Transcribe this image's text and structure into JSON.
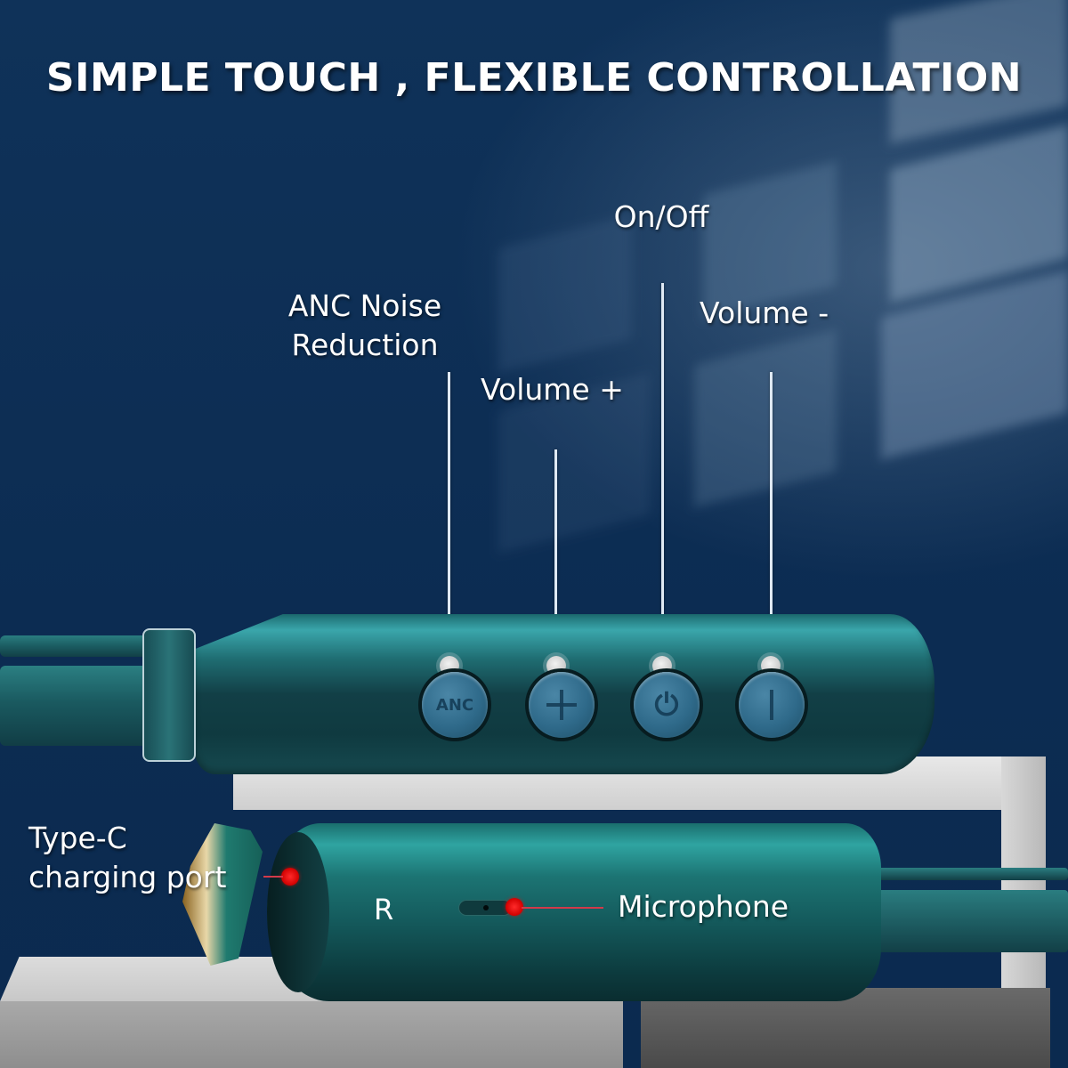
{
  "title": "SIMPLE TOUCH , FLEXIBLE CONTROLLATION",
  "callouts": {
    "anc": {
      "line1": "ANC Noise",
      "line2": "Reduction"
    },
    "volume_up": "Volume +",
    "power": "On/Off",
    "volume_down": "Volume -",
    "type_c": {
      "line1": "Type-C",
      "line2": "charging port"
    },
    "microphone": "Microphone"
  },
  "buttons": {
    "anc_glyph": "ANC",
    "volume_up_glyph": "+",
    "power_glyph": "⏻",
    "volume_down_glyph": "|"
  },
  "earpiece_side": "R",
  "colors": {
    "background": "#0e2f55",
    "body_teal": "#1c6b70",
    "button_blue": "#2f6a8a",
    "marker_red": "#d10000",
    "marble": "#d4d4d4",
    "text": "#ffffff"
  }
}
